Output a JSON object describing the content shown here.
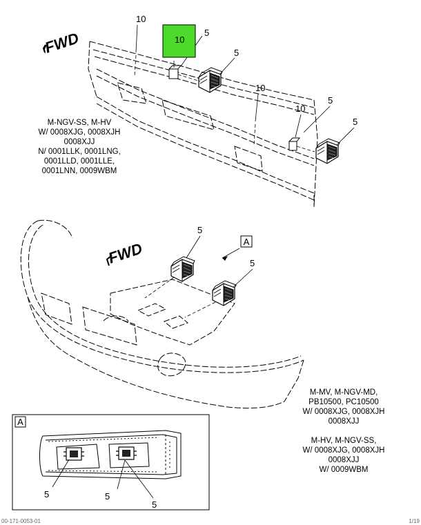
{
  "upper_view": {
    "fwd_label": "FWD",
    "callouts": [
      "10",
      "10",
      "5",
      "5",
      "10",
      "10",
      "5",
      "5"
    ],
    "highlighted_callout": "10",
    "highlight_color": "#4cdb2a",
    "note_lines": [
      "M-NGV-SS, M-HV",
      "W/ 0008XJG, 0008XJH",
      "0008XJJ",
      "N/ 0001LLK, 0001LNG,",
      "0001LLD, 0001LLE,",
      "0001LNN, 0009WBM"
    ]
  },
  "lower_view": {
    "fwd_label": "FWD",
    "callouts": [
      "5",
      "5"
    ],
    "view_ref": "A",
    "note_a_lines": [
      "M-MV, M-NGV-MD,",
      "PB10500, PC10500",
      "W/ 0008XJG, 0008XJH",
      "0008XJJ"
    ],
    "note_b_lines": [
      "M-HV, M-NGV-SS,",
      "W/ 0008XJG, 0008XJH",
      "0008XJJ",
      "W/ 0009WBM"
    ]
  },
  "detail_view": {
    "label": "A",
    "callouts": [
      "5",
      "5",
      "5"
    ]
  },
  "footer": {
    "left": "00-171-0053-01",
    "right": "1/19"
  },
  "icons": [
    "fwd-arrow-icon",
    "fog-lamp-icon"
  ]
}
